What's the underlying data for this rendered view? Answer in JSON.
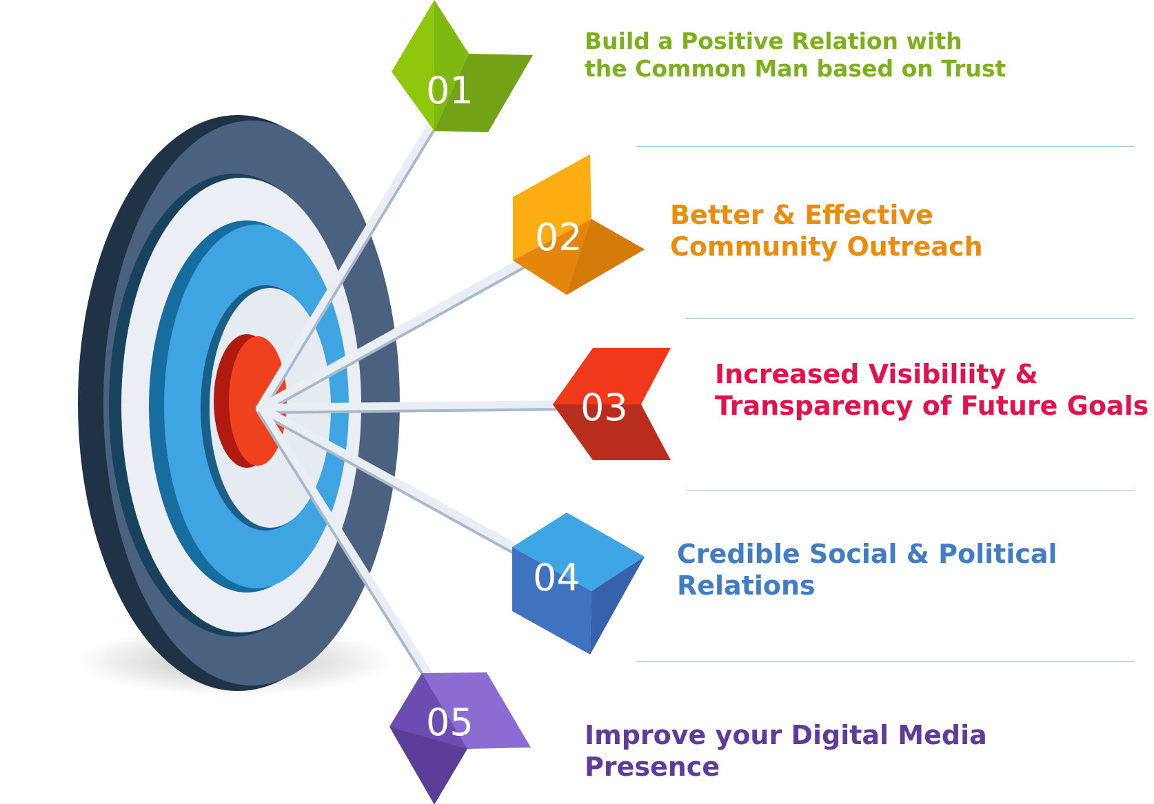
{
  "colors": {
    "green": "#7fbd00",
    "orange": "#f09a0b",
    "red": "#e8391d",
    "crimson": "#e3124c",
    "blue": "#3d7cc4",
    "purple": "#6b3fa0",
    "target_dark": "#4a6280",
    "target_light": "#3ea4e2",
    "divider": "#a9c2d6"
  },
  "goals": [
    {
      "number": "01",
      "icon": "green-diamond-flag-icon",
      "line1": "Build a Positive Relation with",
      "line2": "the Common Man based on Trust",
      "color": "#7bb11b"
    },
    {
      "number": "02",
      "icon": "orange-diamond-flag-icon",
      "line1": "Better & Effective",
      "line2": "Community Outreach",
      "color": "#ea8c0f"
    },
    {
      "number": "03",
      "icon": "red-chevron-flag-icon",
      "line1": "Increased Visibiliity &",
      "line2": "Transparency of Future Goals",
      "color": "#e3124c"
    },
    {
      "number": "04",
      "icon": "blue-diamond-flag-icon",
      "line1": "Credible Social & Political",
      "line2": "Relations",
      "color": "#3f7dc4"
    },
    {
      "number": "05",
      "icon": "purple-diamond-flag-icon",
      "line1": "Improve your Digital Media",
      "line2": "Presence",
      "color": "#5e3c9c"
    }
  ]
}
